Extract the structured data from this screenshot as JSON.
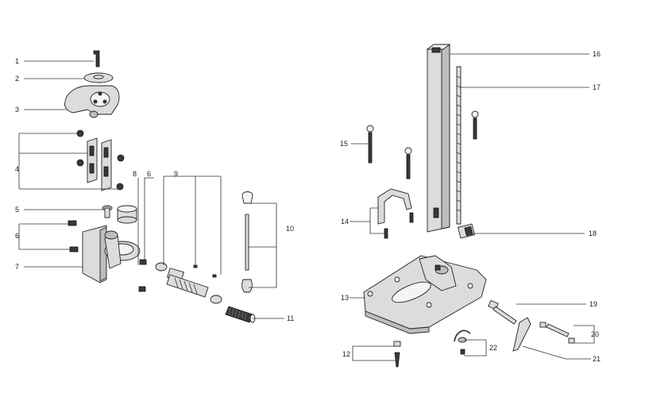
{
  "callouts": {
    "c1": "1",
    "c2": "2",
    "c3": "3",
    "c4": "4",
    "c5": "5",
    "c6a": "6",
    "c6b": "6",
    "c7": "7",
    "c8": "8",
    "c9": "9",
    "c10": "10",
    "c11": "11",
    "c12": "12",
    "c13": "13",
    "c14": "14",
    "c15": "15",
    "c16": "16",
    "c17": "17",
    "c18": "18",
    "c19": "19",
    "c20": "20",
    "c21": "21",
    "c22": "22"
  }
}
